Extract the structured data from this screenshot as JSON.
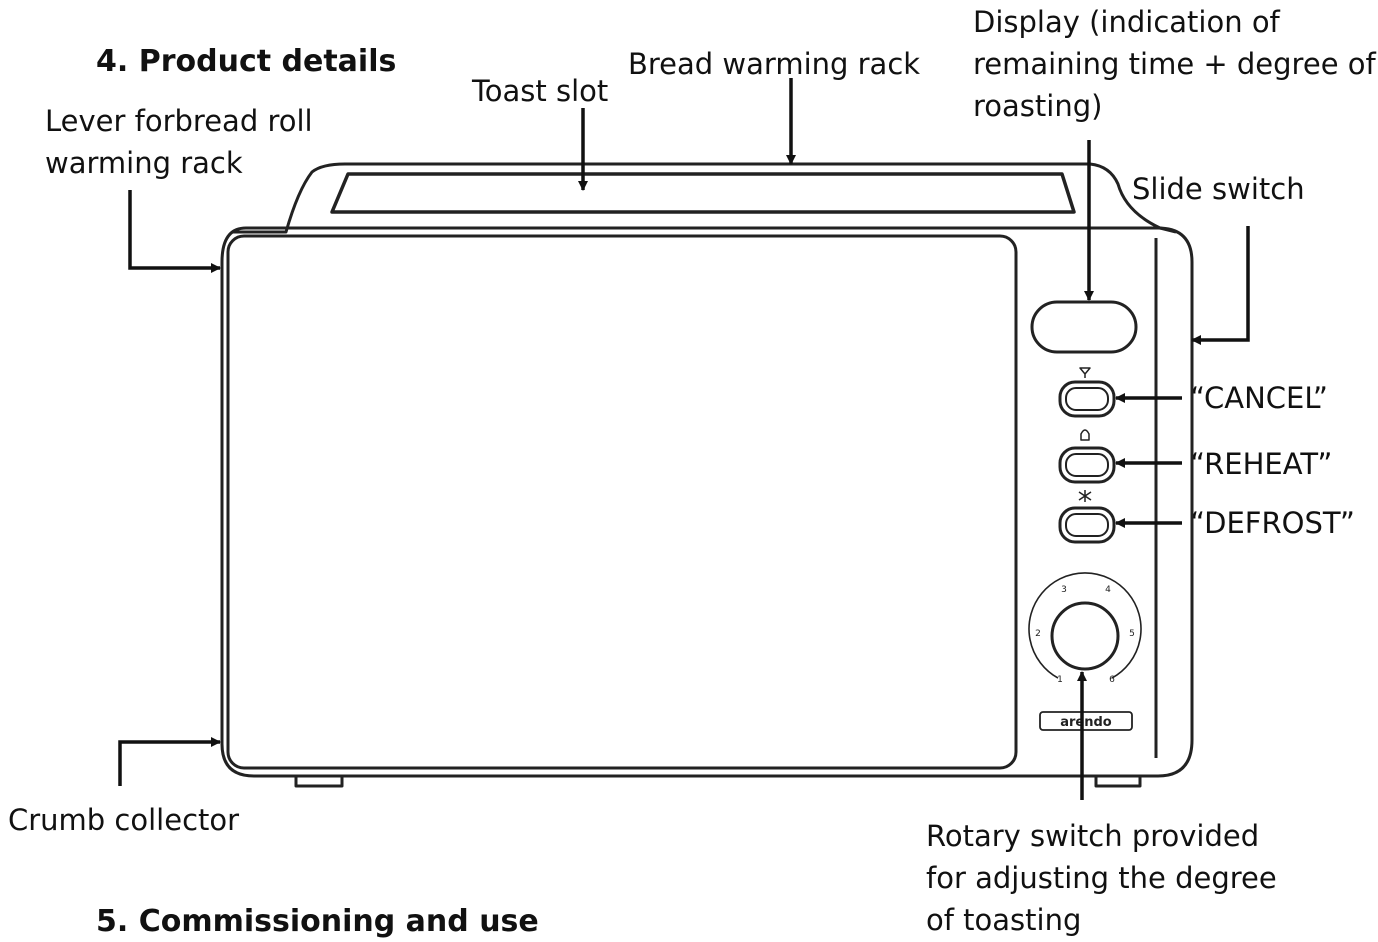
{
  "headings": {
    "product_details": "4. Product details",
    "commissioning": "5. Commissioning and use"
  },
  "labels": {
    "lever_line1": "Lever forbread roll",
    "lever_line2": "warming rack",
    "toast_slot": "Toast slot",
    "bread_rack": "Bread warming rack",
    "display_line1": "Display (indication of",
    "display_line2": "remaining time + degree of",
    "display_line3": "roasting)",
    "slide_switch": "Slide switch",
    "cancel": "“CANCEL”",
    "reheat": "“REHEAT”",
    "defrost": "“DEFROST”",
    "crumb": "Crumb collector",
    "rotary_line1": "Rotary switch provided",
    "rotary_line2": "for adjusting the degree",
    "rotary_line3": "of toasting"
  },
  "device": {
    "brand": "arendo",
    "dial_numbers": [
      "1",
      "2",
      "3",
      "4",
      "5",
      "6"
    ]
  }
}
